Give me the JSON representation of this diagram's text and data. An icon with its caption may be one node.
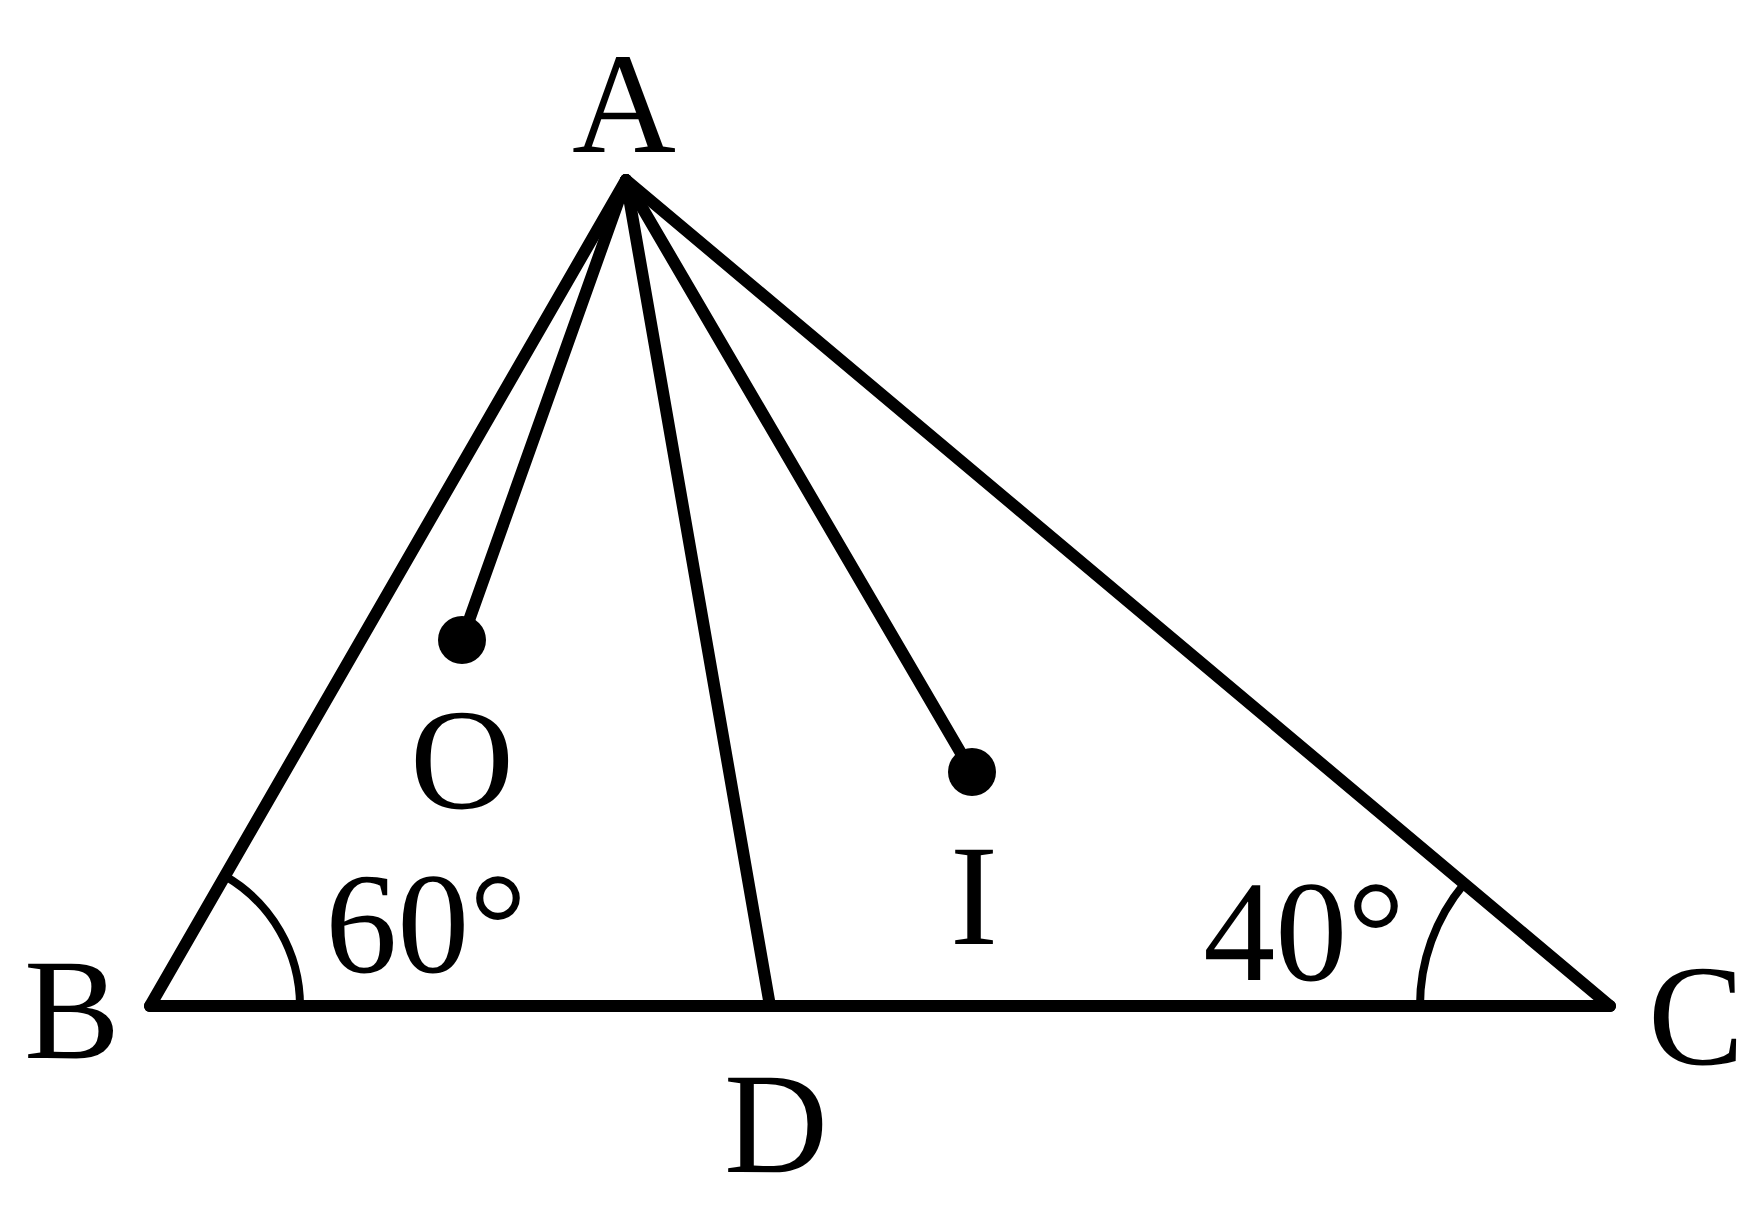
{
  "diagram": {
    "nodes": [
      {
        "text": [
          "A"
        ]
      },
      {
        "text": [
          "B"
        ]
      },
      {
        "text": [
          "C"
        ]
      },
      {
        "text": [
          "D"
        ]
      },
      {
        "text": [
          "O"
        ]
      },
      {
        "text": [
          "I"
        ]
      }
    ],
    "edges": [
      {
        "from": 0,
        "to": 1,
        "arrow": "none"
      },
      {
        "from": 0,
        "to": 2,
        "arrow": "none"
      },
      {
        "from": 1,
        "to": 3,
        "arrow": "none"
      },
      {
        "from": 3,
        "to": 2,
        "arrow": "none"
      },
      {
        "from": 0,
        "to": 3,
        "arrow": "none"
      },
      {
        "from": 0,
        "to": 4,
        "arrow": "none"
      },
      {
        "from": 0,
        "to": 5,
        "arrow": "none"
      }
    ],
    "labels": [
      "60°",
      "40°"
    ]
  }
}
